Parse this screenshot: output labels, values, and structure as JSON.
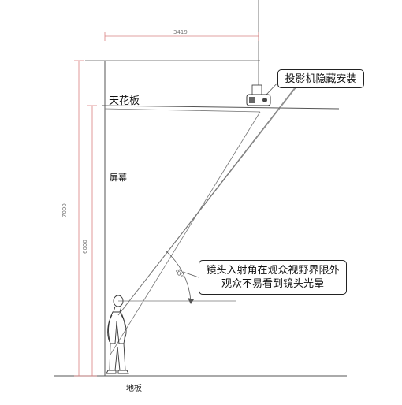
{
  "labels": {
    "ceiling": "天花板",
    "screen": "屏幕",
    "floor": "地板",
    "projector_callout": "投影机隐藏安装",
    "viewing_callout_line1": "镜头入射角在观众视野界限外",
    "viewing_callout_line2": "观众不易看到镜头光晕"
  },
  "dimensions": {
    "horizontal": "3419",
    "height_total": "7000",
    "height_screen": "6000",
    "angle": "35°"
  },
  "colors": {
    "line": "#555555",
    "dimension": "#d98080",
    "text": "#111111"
  }
}
